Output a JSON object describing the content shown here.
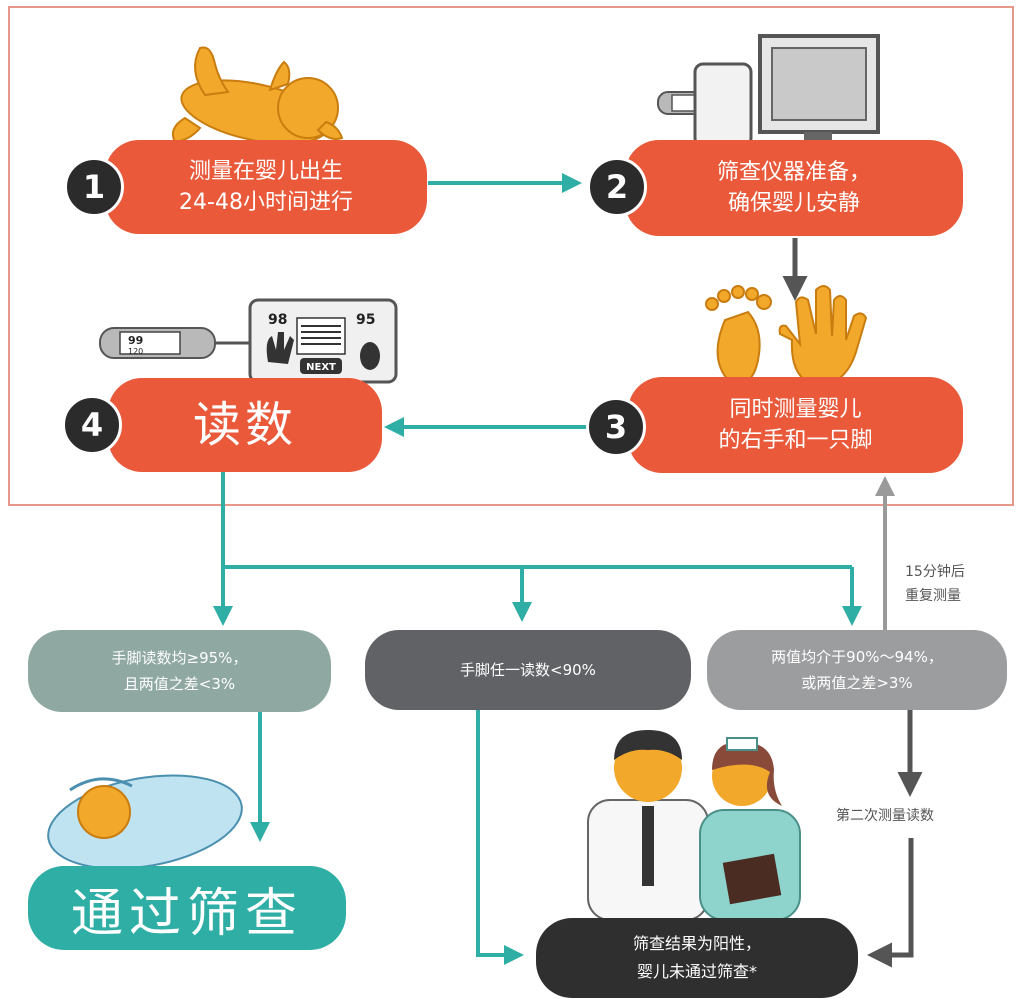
{
  "colors": {
    "step": "#e9593a",
    "teal": "#2eaea5",
    "gray_arrow": "#6b6b6b",
    "frame": "#e8988a"
  },
  "steps": [
    {
      "number": "1",
      "text": "测量在婴儿出生\n24-48小时间进行"
    },
    {
      "number": "2",
      "text": "筛查仪器准备，\n确保婴儿安静"
    },
    {
      "number": "3",
      "text": "同时测量婴儿\n的右手和一只脚"
    },
    {
      "number": "4",
      "text": "读数"
    }
  ],
  "monitor": {
    "left_value": "98",
    "right_value": "95",
    "next_label": "NEXT"
  },
  "oximeter_small": {
    "value1": "99",
    "value2": "120"
  },
  "outcomes": {
    "pass": "手脚读数均≥95%，\n且两值之差<3%",
    "fail": "手脚任一读数<90%",
    "retry": "两值均介于90%～94%，\n或两值之差>3%"
  },
  "retry_note": "15分钟后\n重复测量",
  "second_reading": "第二次测量读数",
  "passed_label": "通过筛查",
  "positive_label": "筛查结果为阳性，\n婴儿未通过筛查*"
}
